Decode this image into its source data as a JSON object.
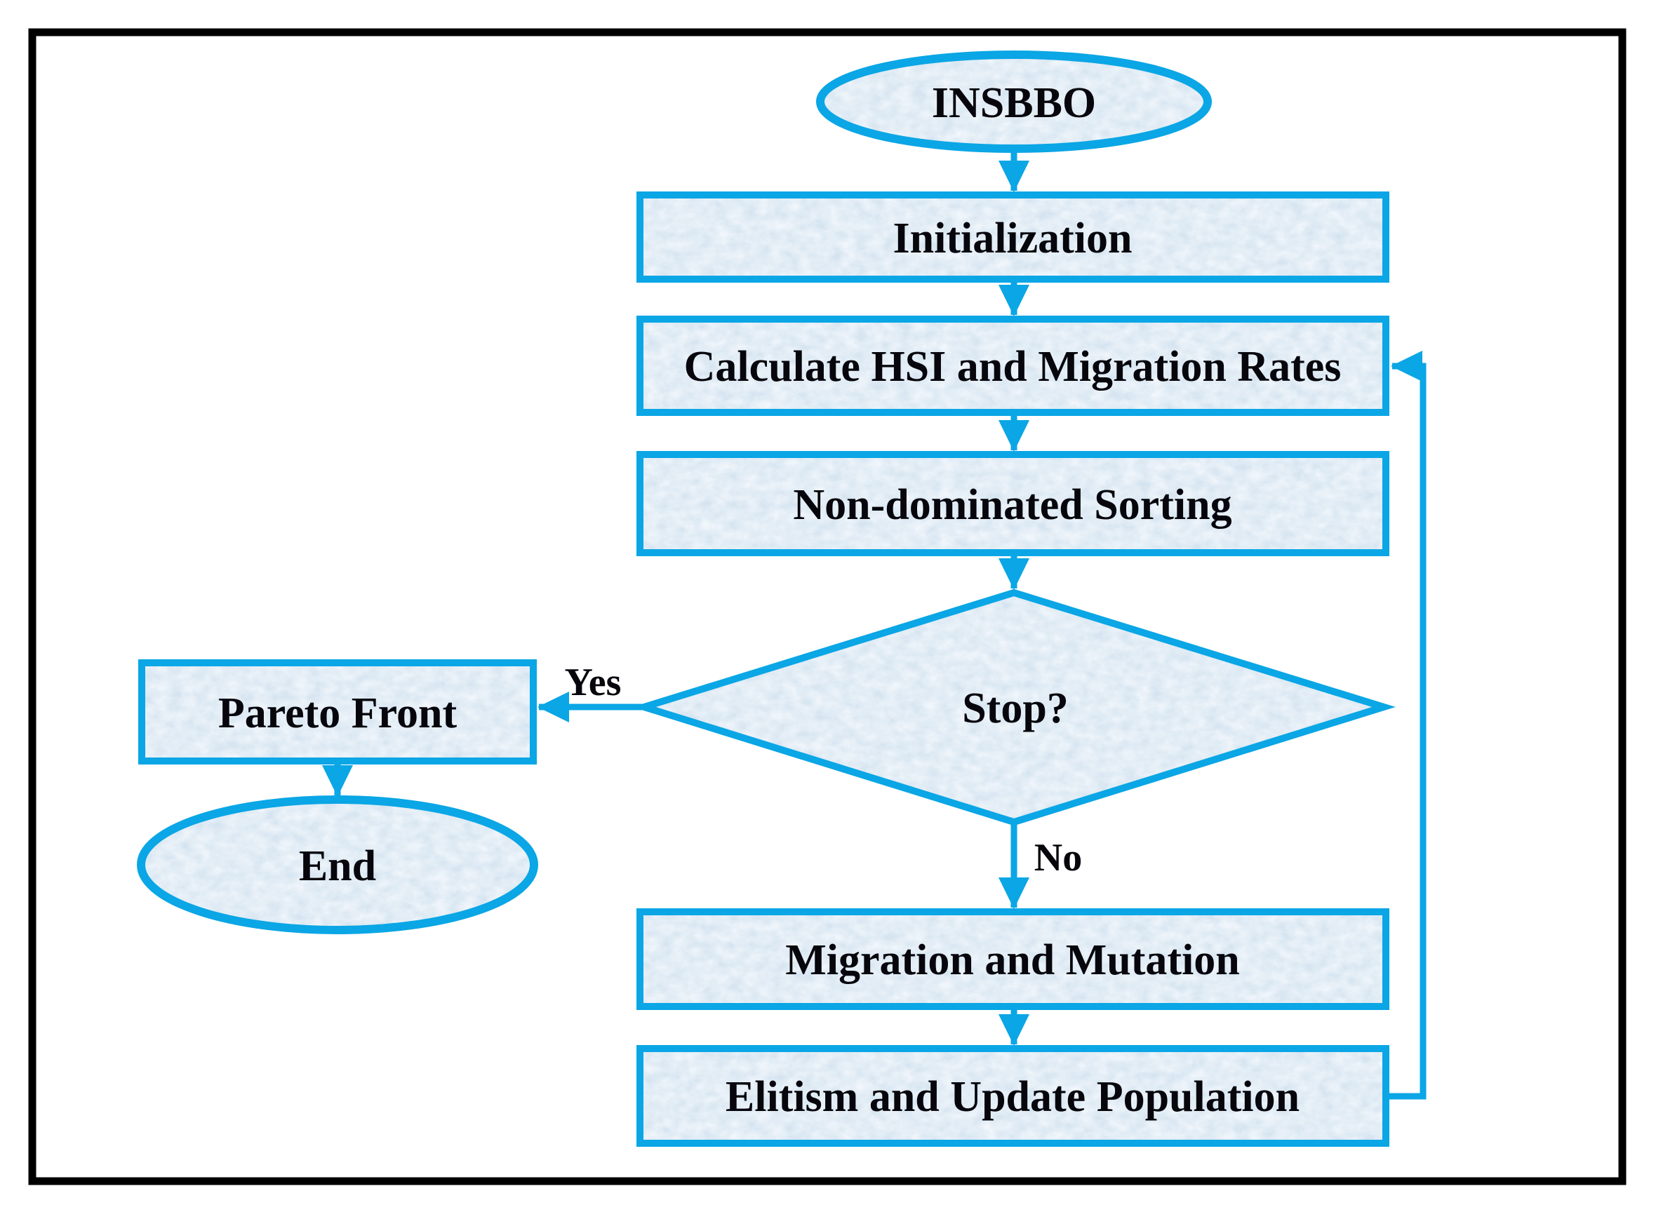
{
  "diagram": {
    "title": "INSBBO flowchart",
    "colors": {
      "accent": "#0aa6e5",
      "node_fill": "#cfe0ee",
      "text": "#06060c",
      "frame": "#000000",
      "background": "#ffffff"
    },
    "nodes": {
      "start": {
        "label": "INSBBO",
        "type": "terminator"
      },
      "initialization": {
        "label": "Initialization",
        "type": "process"
      },
      "calculate": {
        "label": "Calculate HSI and Migration Rates",
        "type": "process"
      },
      "sorting": {
        "label": "Non-dominated Sorting",
        "type": "process"
      },
      "stop": {
        "label": "Stop?",
        "type": "decision"
      },
      "pareto": {
        "label": "Pareto Front",
        "type": "process"
      },
      "end": {
        "label": "End",
        "type": "terminator"
      },
      "migration": {
        "label": "Migration and Mutation",
        "type": "process"
      },
      "elitism": {
        "label": "Elitism and Update Population",
        "type": "process"
      }
    },
    "edges": {
      "yes_label": "Yes",
      "no_label": "No",
      "connections": [
        {
          "from": "start",
          "to": "initialization",
          "label": ""
        },
        {
          "from": "initialization",
          "to": "calculate",
          "label": ""
        },
        {
          "from": "calculate",
          "to": "sorting",
          "label": ""
        },
        {
          "from": "sorting",
          "to": "stop",
          "label": ""
        },
        {
          "from": "stop",
          "to": "pareto",
          "label": "Yes"
        },
        {
          "from": "pareto",
          "to": "end",
          "label": ""
        },
        {
          "from": "stop",
          "to": "migration",
          "label": "No"
        },
        {
          "from": "migration",
          "to": "elitism",
          "label": ""
        },
        {
          "from": "elitism",
          "to": "calculate",
          "label": ""
        }
      ]
    }
  }
}
